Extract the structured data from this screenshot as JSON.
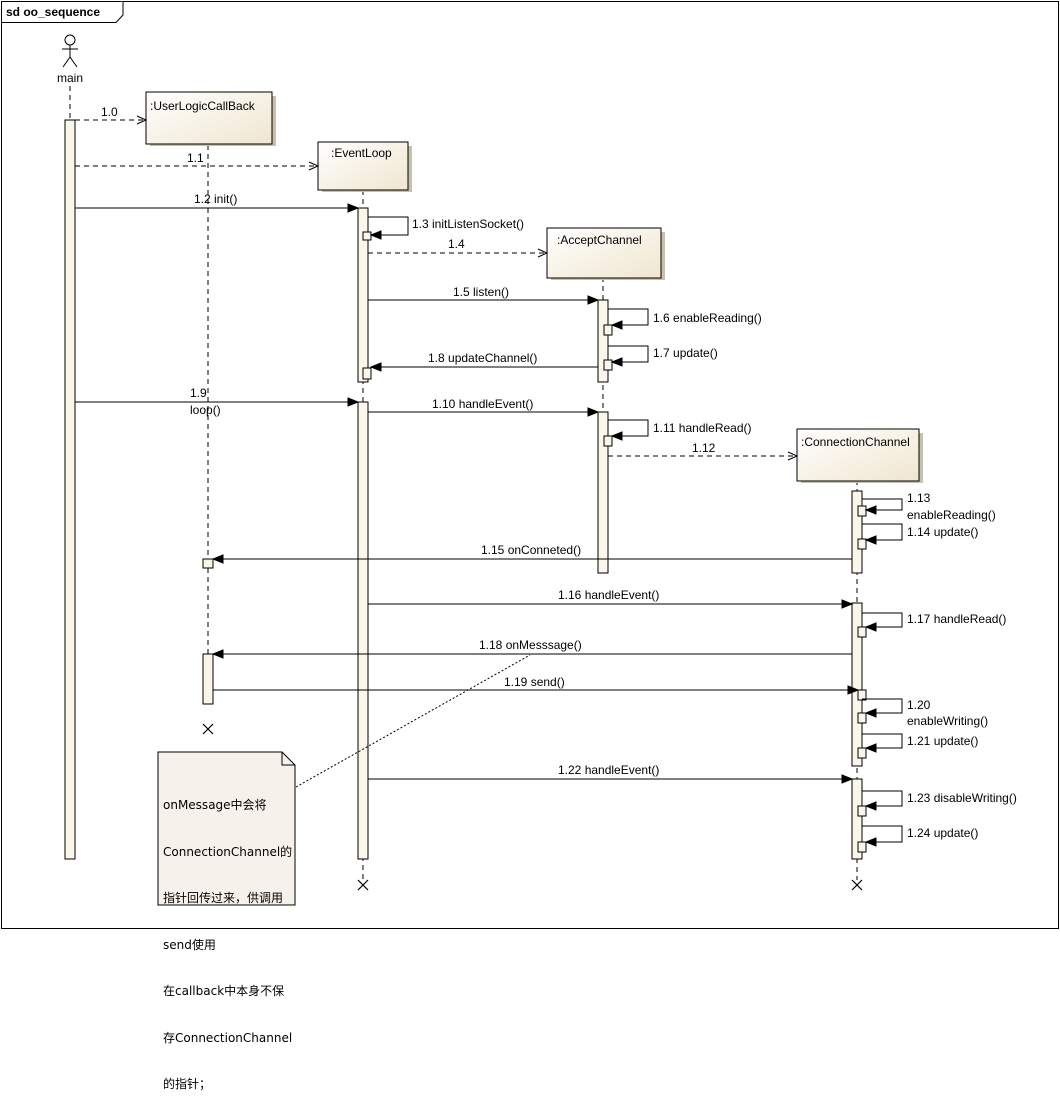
{
  "frame": {
    "title": "sd oo_sequence"
  },
  "actor": {
    "name": "main"
  },
  "lifelines": [
    {
      "id": "userlogic",
      "label": ":UserLogicCallBack"
    },
    {
      "id": "eventloop",
      "label": ":EventLoop"
    },
    {
      "id": "acceptchannel",
      "label": ":AcceptChannel"
    },
    {
      "id": "connectionchannel",
      "label": ":ConnectionChannel"
    }
  ],
  "messages": [
    {
      "num": "1.0",
      "text": "",
      "from": "main",
      "to": "userlogic",
      "kind": "create"
    },
    {
      "num": "1.1",
      "text": "",
      "from": "main",
      "to": "eventloop",
      "kind": "create"
    },
    {
      "num": "1.2",
      "text": "init()",
      "from": "main",
      "to": "eventloop",
      "kind": "call"
    },
    {
      "num": "1.3",
      "text": "initListenSocket()",
      "from": "eventloop",
      "to": "eventloop",
      "kind": "self"
    },
    {
      "num": "1.4",
      "text": "",
      "from": "eventloop",
      "to": "acceptchannel",
      "kind": "create"
    },
    {
      "num": "1.5",
      "text": "listen()",
      "from": "eventloop",
      "to": "acceptchannel",
      "kind": "call"
    },
    {
      "num": "1.6",
      "text": "enableReading()",
      "from": "acceptchannel",
      "to": "acceptchannel",
      "kind": "self"
    },
    {
      "num": "1.7",
      "text": "update()",
      "from": "acceptchannel",
      "to": "acceptchannel",
      "kind": "self"
    },
    {
      "num": "1.8",
      "text": "updateChannel()",
      "from": "acceptchannel",
      "to": "eventloop",
      "kind": "call"
    },
    {
      "num": "1.9",
      "text": "loop()",
      "from": "main",
      "to": "eventloop",
      "kind": "call"
    },
    {
      "num": "1.10",
      "text": "handleEvent()",
      "from": "eventloop",
      "to": "acceptchannel",
      "kind": "call"
    },
    {
      "num": "1.11",
      "text": "handleRead()",
      "from": "acceptchannel",
      "to": "acceptchannel",
      "kind": "self"
    },
    {
      "num": "1.12",
      "text": "",
      "from": "acceptchannel",
      "to": "connectionchannel",
      "kind": "create"
    },
    {
      "num": "1.13",
      "text": "enableReading()",
      "from": "connectionchannel",
      "to": "connectionchannel",
      "kind": "self"
    },
    {
      "num": "1.14",
      "text": "update()",
      "from": "connectionchannel",
      "to": "connectionchannel",
      "kind": "self"
    },
    {
      "num": "1.15",
      "text": "onConneted()",
      "from": "connectionchannel",
      "to": "userlogic",
      "kind": "call"
    },
    {
      "num": "1.16",
      "text": "handleEvent()",
      "from": "eventloop",
      "to": "connectionchannel",
      "kind": "call"
    },
    {
      "num": "1.17",
      "text": "handleRead()",
      "from": "connectionchannel",
      "to": "connectionchannel",
      "kind": "self"
    },
    {
      "num": "1.18",
      "text": "onMesssage()",
      "from": "connectionchannel",
      "to": "userlogic",
      "kind": "call"
    },
    {
      "num": "1.19",
      "text": "send()",
      "from": "userlogic",
      "to": "connectionchannel",
      "kind": "call"
    },
    {
      "num": "1.20",
      "text": "enableWriting()",
      "from": "connectionchannel",
      "to": "connectionchannel",
      "kind": "self"
    },
    {
      "num": "1.21",
      "text": "update()",
      "from": "connectionchannel",
      "to": "connectionchannel",
      "kind": "self"
    },
    {
      "num": "1.22",
      "text": "handleEvent()",
      "from": "eventloop",
      "to": "connectionchannel",
      "kind": "call"
    },
    {
      "num": "1.23",
      "text": "disableWriting()",
      "from": "connectionchannel",
      "to": "connectionchannel",
      "kind": "self"
    },
    {
      "num": "1.24",
      "text": "update()",
      "from": "connectionchannel",
      "to": "connectionchannel",
      "kind": "self"
    }
  ],
  "note": {
    "lines": [
      "onMessage中会将",
      "ConnectionChannel的",
      "指针回传过来，供调用",
      "send使用",
      "在callback中本身不保",
      "存ConnectionChannel",
      "的指针；"
    ]
  },
  "colors": {
    "box_fill": "#faf6ea",
    "box_shadow": "#c8c0a8",
    "note_fill": "#f7f1ec",
    "line": "#000000"
  }
}
